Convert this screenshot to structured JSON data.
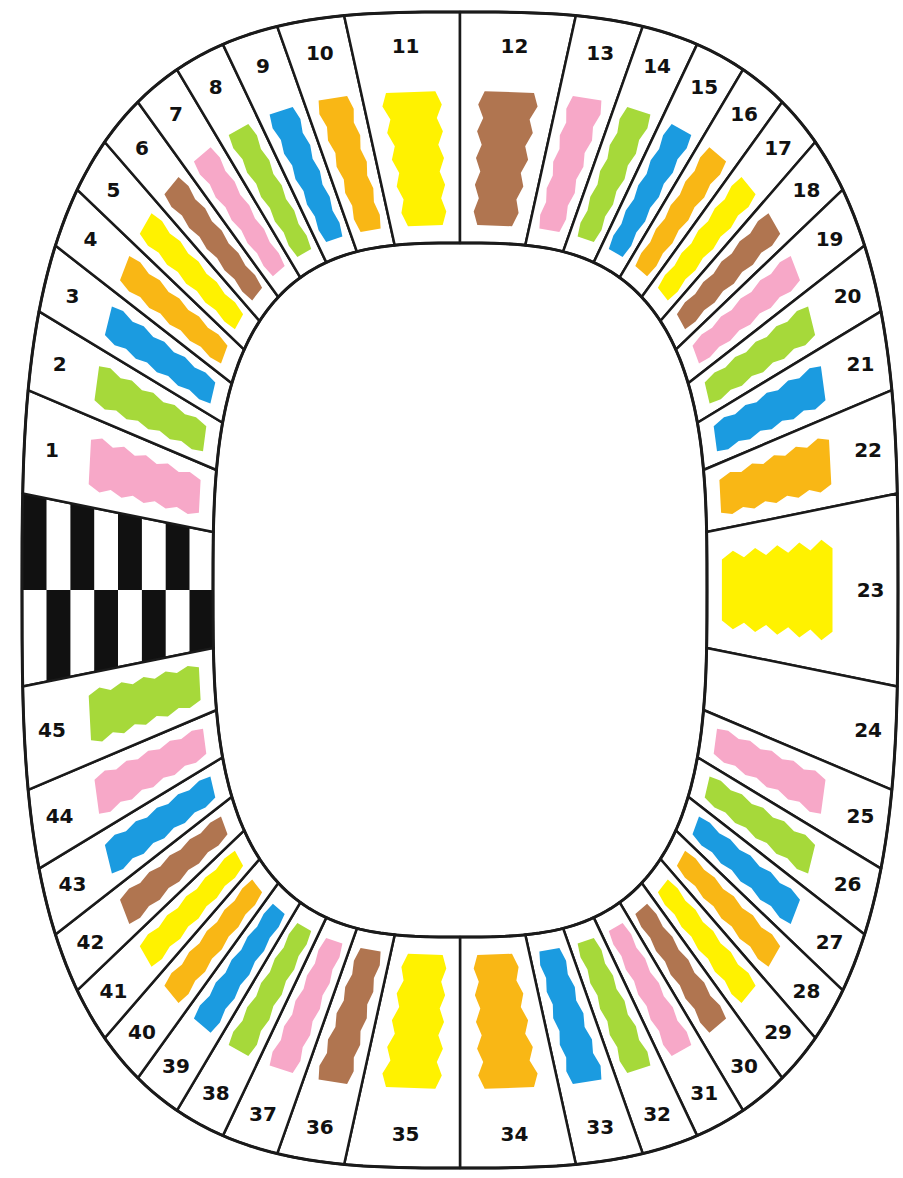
{
  "diagram": {
    "labels": [
      "1",
      "2",
      "3",
      "4",
      "5",
      "6",
      "7",
      "8",
      "9",
      "10",
      "11",
      "12",
      "13",
      "14",
      "15",
      "16",
      "17",
      "18",
      "19",
      "20",
      "21",
      "22",
      "23",
      "24",
      "25",
      "26",
      "27",
      "28",
      "29",
      "30",
      "31",
      "32",
      "33",
      "34",
      "35",
      "36",
      "37",
      "38",
      "39",
      "40",
      "41",
      "42",
      "43",
      "44",
      "45"
    ]
  }
}
